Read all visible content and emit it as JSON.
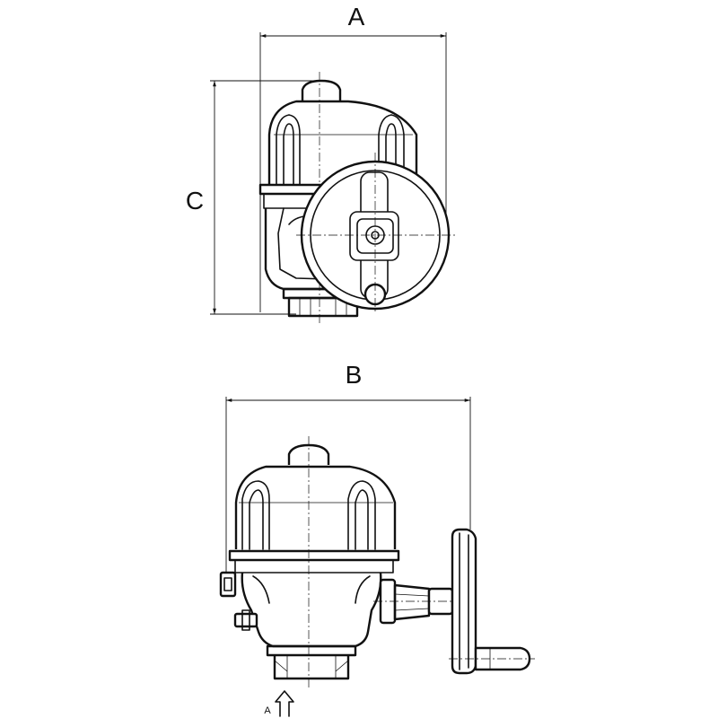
{
  "drawing": {
    "dimensions": {
      "a": "A",
      "b": "B",
      "c": "C"
    },
    "view_marker": {
      "label": "A"
    }
  }
}
